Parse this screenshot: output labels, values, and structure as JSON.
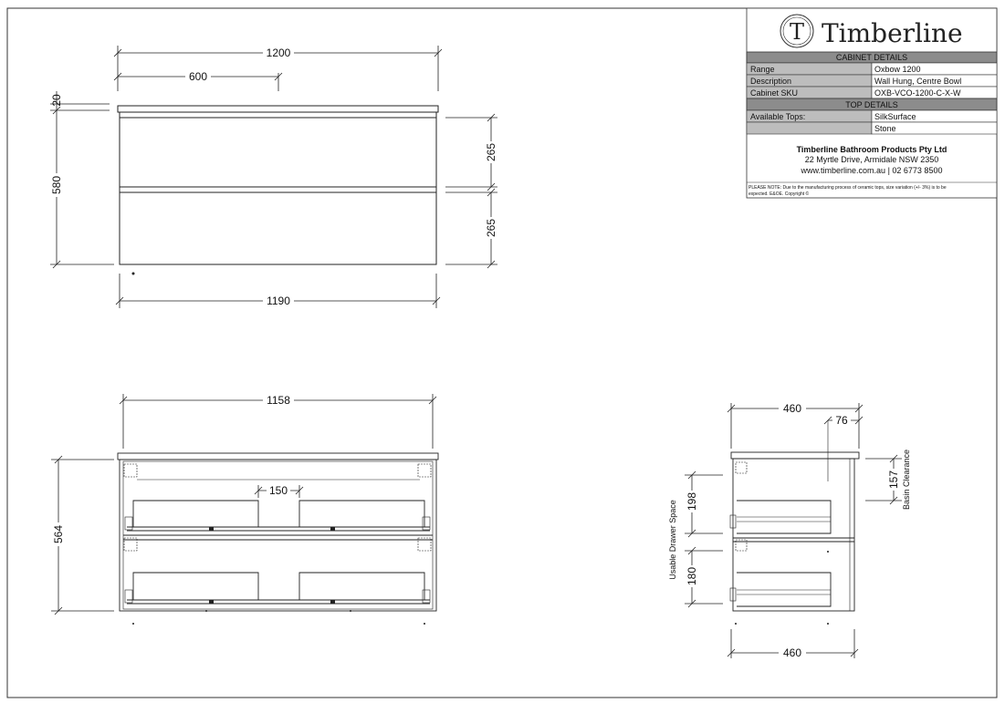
{
  "brand": {
    "logo_letter": "T",
    "name": "Timberline"
  },
  "cabinet_details": {
    "header": "CABINET DETAILS",
    "rows": [
      {
        "label": "Range",
        "value": "Oxbow 1200"
      },
      {
        "label": "Description",
        "value": "Wall Hung, Centre Bowl"
      },
      {
        "label": "Cabinet SKU",
        "value": "OXB-VCO-1200-C-X-W"
      }
    ]
  },
  "top_details": {
    "header": "TOP DETAILS",
    "label": "Available Tops:",
    "options": [
      "SilkSurface",
      "Stone"
    ]
  },
  "company": {
    "name": "Timberline Bathroom Products Pty Ltd",
    "address": "22 Myrtle Drive, Armidale NSW 2350",
    "contact": "www.timberline.com.au  |  02 6773 8500"
  },
  "note": {
    "line1": "PLEASE NOTE: Due to the manufacturing process of ceramic tops, size variation (+/- 3%) is to be",
    "line2": "expected. E&OE. Copyright ©"
  },
  "front_view": {
    "width_overall": "1200",
    "width_half": "600",
    "top_thickness": "20",
    "height_overall": "580",
    "drawer_upper": "265",
    "drawer_lower": "265",
    "width_cabinet": "1190"
  },
  "interior_view": {
    "width_inner": "1158",
    "height_inner": "564",
    "bowl_cutout": "150"
  },
  "side_view": {
    "depth_top": "460",
    "depth_bottom": "460",
    "offset": "76",
    "basin_clearance_value": "157",
    "basin_clearance_label": "Basin Clearance",
    "drawer_space_upper": "198",
    "drawer_space_lower": "180",
    "drawer_space_label": "Usable Drawer Space"
  }
}
